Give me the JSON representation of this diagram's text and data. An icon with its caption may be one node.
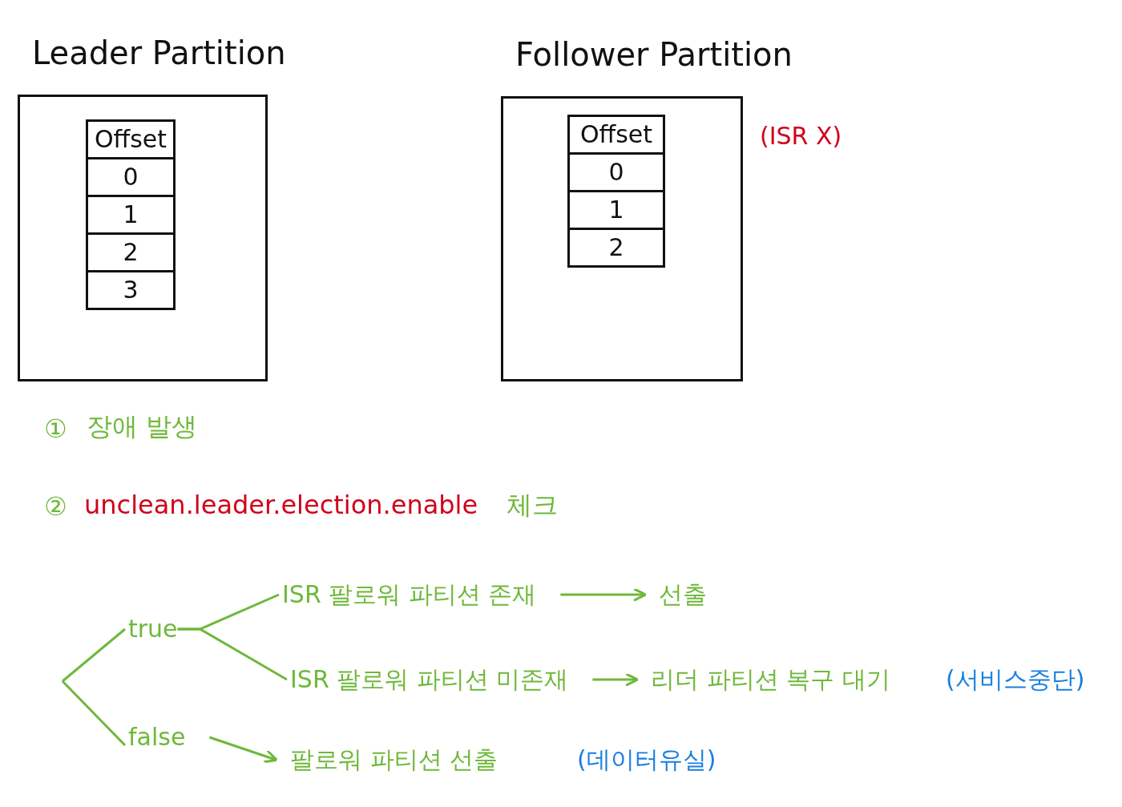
{
  "diagram": {
    "nodes": [
      {
        "text": [
          "Leader Partition"
        ]
      },
      {
        "text": [
          "Offset",
          "0",
          "1",
          "2",
          "3"
        ],
        "in": 0
      },
      {
        "text": [
          "Follower Partition"
        ],
        "beside": [
          "(ISR X)"
        ]
      },
      {
        "text": [
          "Offset",
          "0",
          "1",
          "2"
        ],
        "in": 2
      },
      {
        "text": [
          "true"
        ]
      },
      {
        "text": [
          "false"
        ]
      },
      {
        "text": [
          "ISR 팔로워 파티션 존재"
        ]
      },
      {
        "text": [
          "선출"
        ]
      },
      {
        "text": [
          "ISR 팔로워 파티션 미존재"
        ]
      },
      {
        "text": [
          "리더 파티션 복구 대기"
        ],
        "beside": [
          "(서비스중단)"
        ]
      },
      {
        "text": [
          "팔로워 파티션 선출"
        ],
        "beside": [
          "(데이터유실)"
        ]
      }
    ],
    "edges": [
      {
        "from": null,
        "to": 4,
        "arrow": "none"
      },
      {
        "from": null,
        "to": 5,
        "arrow": "none"
      },
      {
        "from": 4,
        "to": 6,
        "arrow": "none"
      },
      {
        "from": 4,
        "to": 8,
        "arrow": "none"
      },
      {
        "from": 6,
        "to": 7,
        "arrow": "to"
      },
      {
        "from": 8,
        "to": 9,
        "arrow": "to"
      },
      {
        "from": 5,
        "to": 10,
        "arrow": "to"
      }
    ],
    "labels": [
      "①",
      "장애 발생",
      "②",
      "unclean.leader.election.enable",
      "체크"
    ]
  }
}
